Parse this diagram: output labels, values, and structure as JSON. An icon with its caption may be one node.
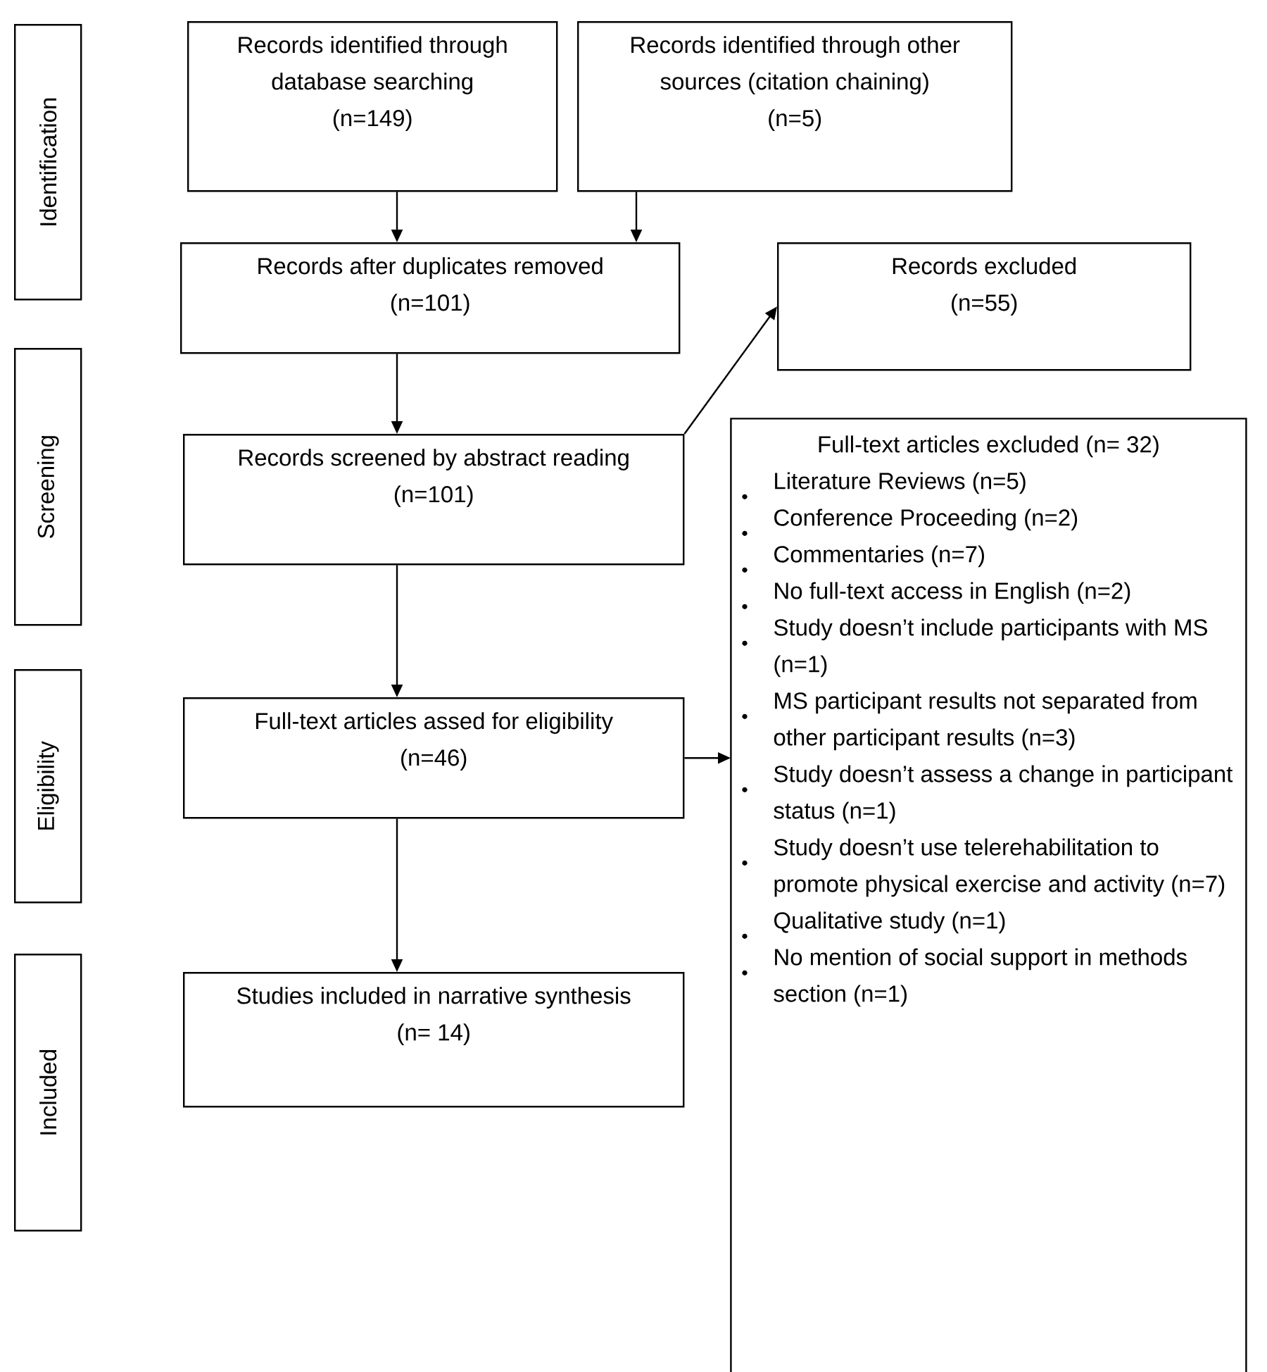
{
  "diagram": {
    "nodes": [
      {
        "text": [
          "Identification"
        ]
      },
      {
        "text": [
          "Screening"
        ]
      },
      {
        "text": [
          "Eligibility"
        ]
      },
      {
        "text": [
          "Included"
        ]
      },
      {
        "text": [
          "Records identified through database searching",
          "(n=149)"
        ]
      },
      {
        "text": [
          "Records identified through other sources (citation chaining)",
          "(n=5)"
        ]
      },
      {
        "text": [
          "Records after duplicates removed",
          "(n=101)"
        ]
      },
      {
        "text": [
          "Records excluded",
          "(n=55)"
        ]
      },
      {
        "text": [
          "Records screened by abstract reading",
          "(n=101)"
        ]
      },
      {
        "text": [
          "Full-text articles excluded (n= 32)",
          "Literature Reviews (n=5)",
          "Conference Proceeding (n=2)",
          "Commentaries (n=7)",
          "No full-text access in English (n=2)",
          "Study doesn’t include participants with MS (n=1)",
          "MS participant results not separated from other participant results (n=3)",
          "Study doesn’t assess a change in participant status (n=1)",
          "Study doesn’t use telerehabilitation to promote physical exercise and activity (n=7)",
          "Qualitative study (n=1)",
          "No mention of social support in methods section (n=1)"
        ]
      },
      {
        "text": [
          "Full-text articles assed for eligibility",
          "(n=46)"
        ]
      },
      {
        "text": [
          "Studies included in narrative synthesis",
          "(n= 14)"
        ]
      }
    ],
    "edges": [
      {
        "from": 4,
        "to": 6,
        "arrow": "to"
      },
      {
        "from": 5,
        "to": 6,
        "arrow": "to"
      },
      {
        "from": 6,
        "to": 8,
        "arrow": "to"
      },
      {
        "from": 8,
        "to": 7,
        "arrow": "to"
      },
      {
        "from": 8,
        "to": 10,
        "arrow": "to"
      },
      {
        "from": 10,
        "to": 9,
        "arrow": "to"
      },
      {
        "from": 10,
        "to": 11,
        "arrow": "to"
      }
    ]
  }
}
